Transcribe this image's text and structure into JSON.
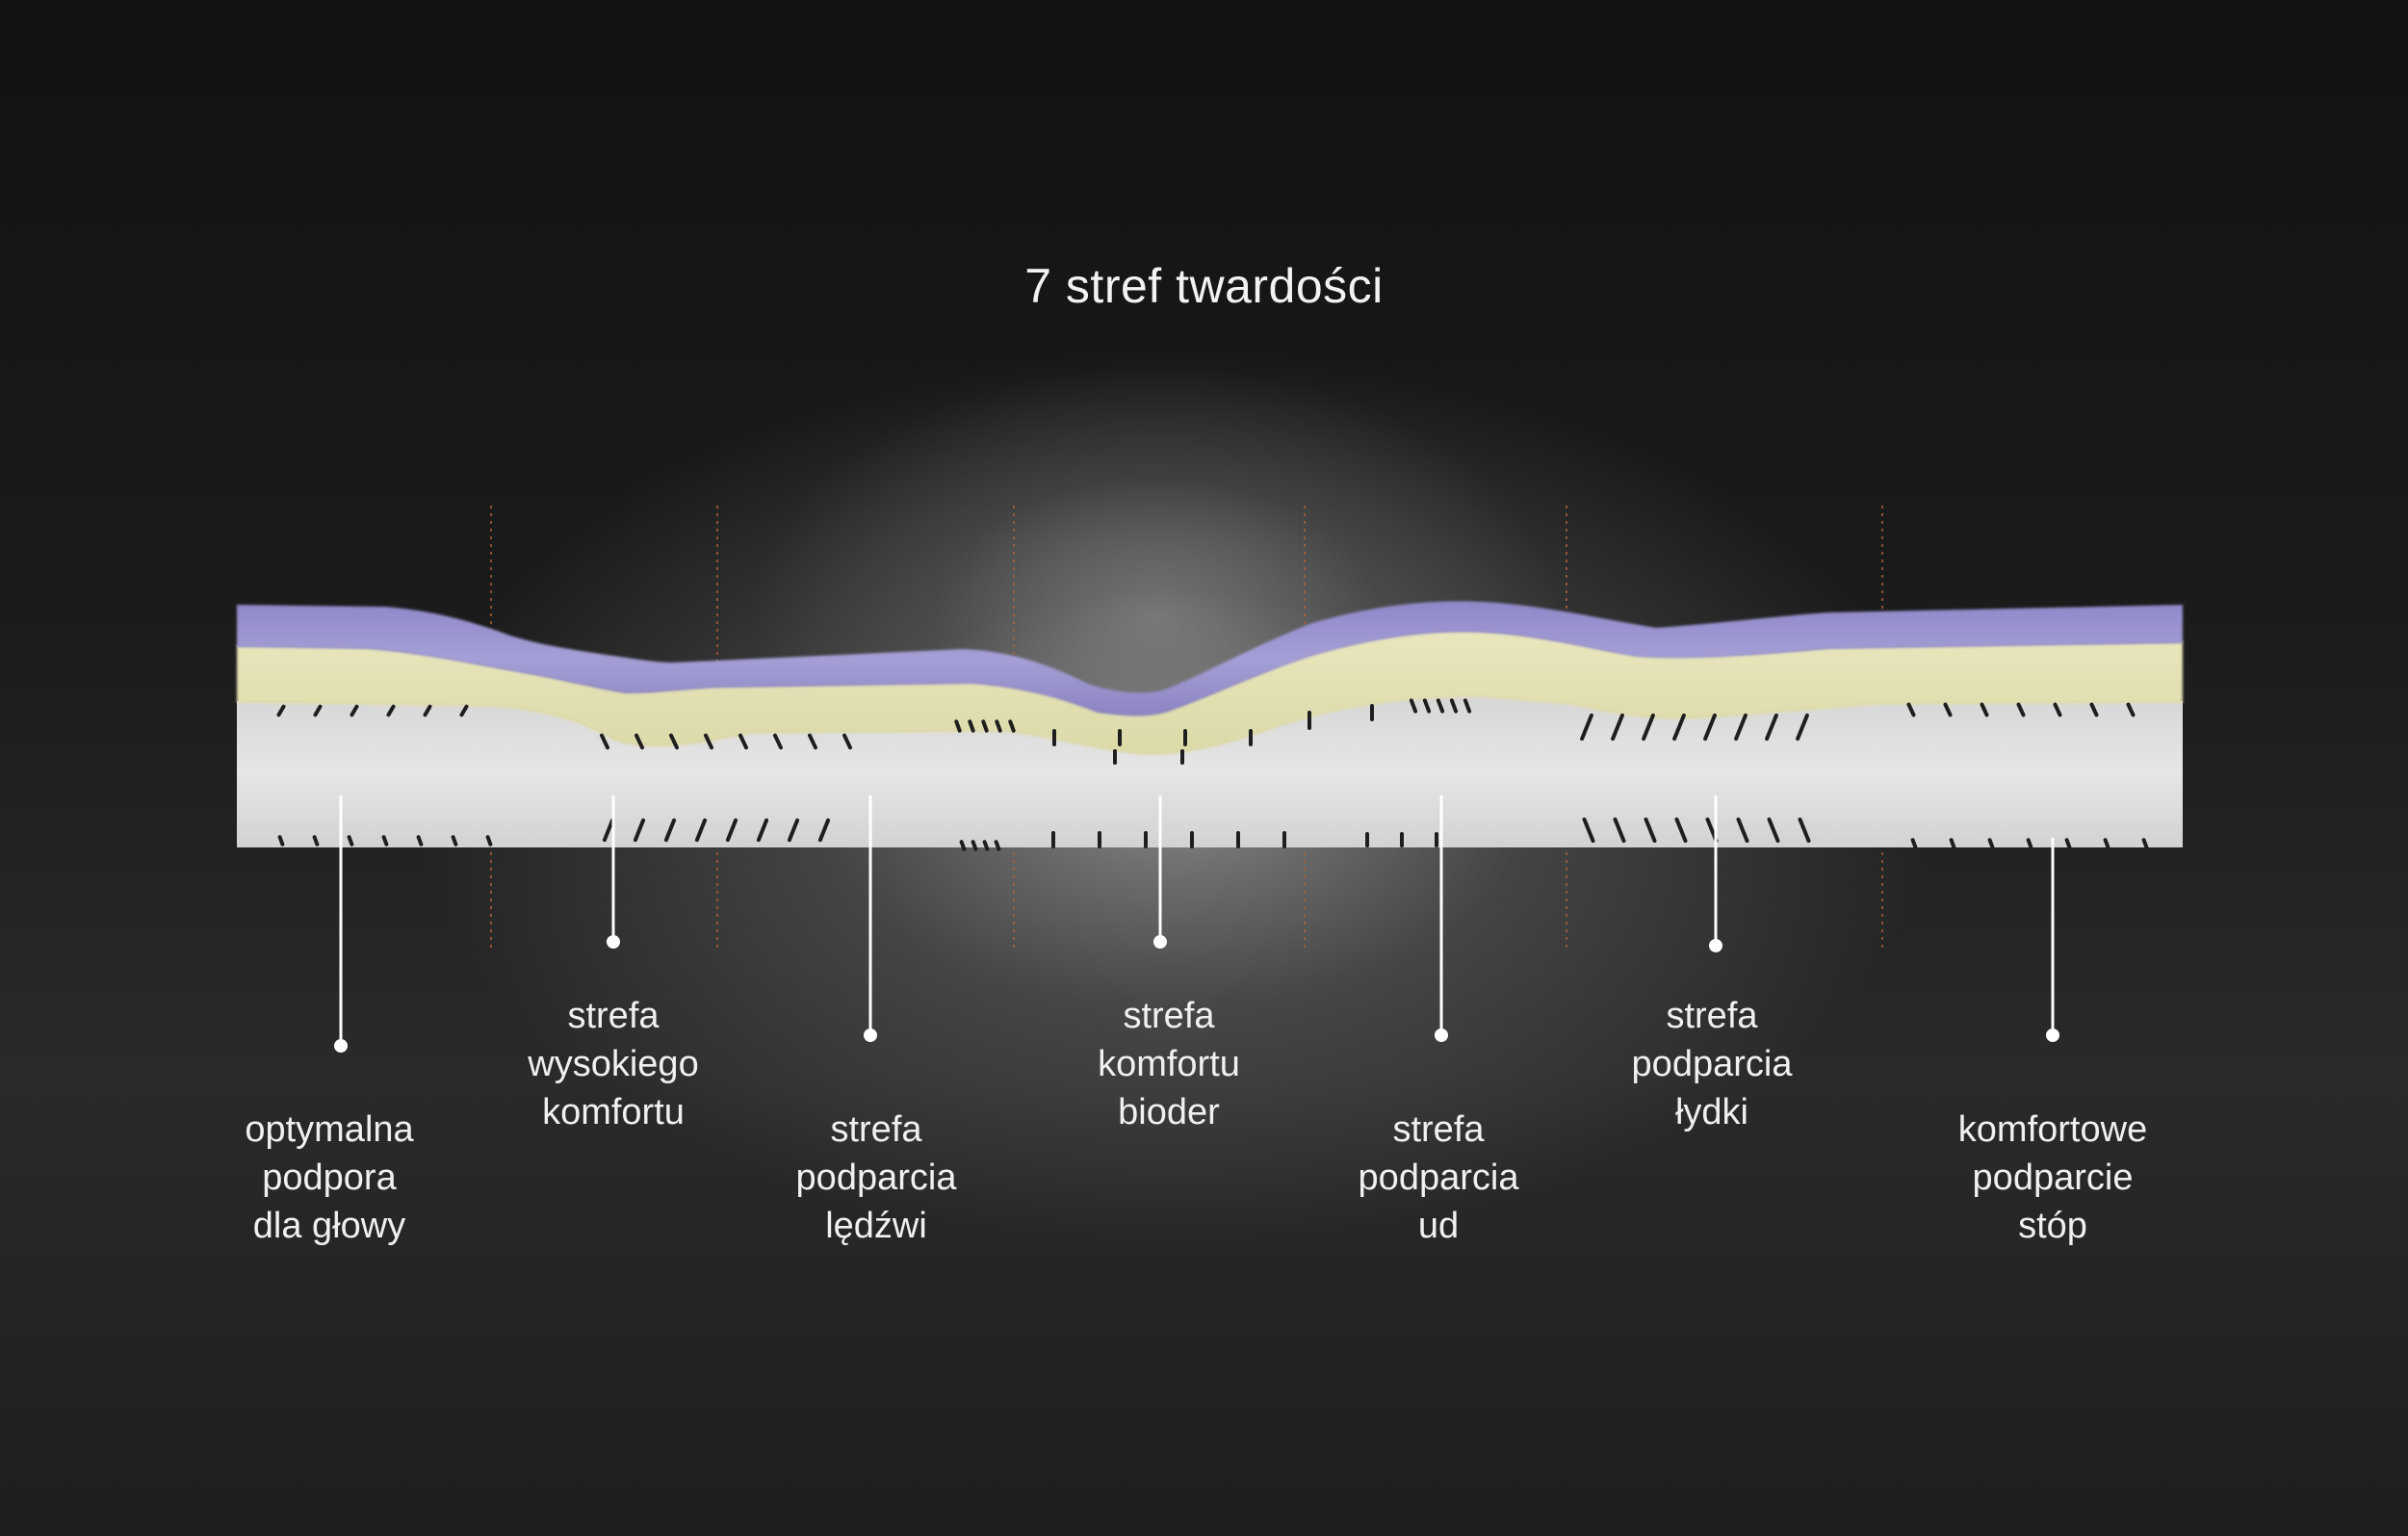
{
  "title": "7 stref twardości",
  "colors": {
    "background": "#141414",
    "top_layer": "#9c95cf",
    "middle_layer": "#e4e2b4",
    "base_layer": "#dcdcdc",
    "text": "#f0f0f0",
    "divider": "#b4603a"
  },
  "zones": [
    {
      "lines": [
        "optymalna",
        "podpora",
        "dla głowy"
      ]
    },
    {
      "lines": [
        "strefa",
        "wysokiego",
        "komfortu"
      ]
    },
    {
      "lines": [
        "strefa",
        "podparcia",
        "lędźwi"
      ]
    },
    {
      "lines": [
        "strefa",
        "komfortu",
        "bioder"
      ]
    },
    {
      "lines": [
        "strefa",
        "podparcia",
        "ud"
      ]
    },
    {
      "lines": [
        "strefa",
        "podparcia",
        "łydki"
      ]
    },
    {
      "lines": [
        "komfortowe",
        "podparcie",
        "stóp"
      ]
    }
  ]
}
